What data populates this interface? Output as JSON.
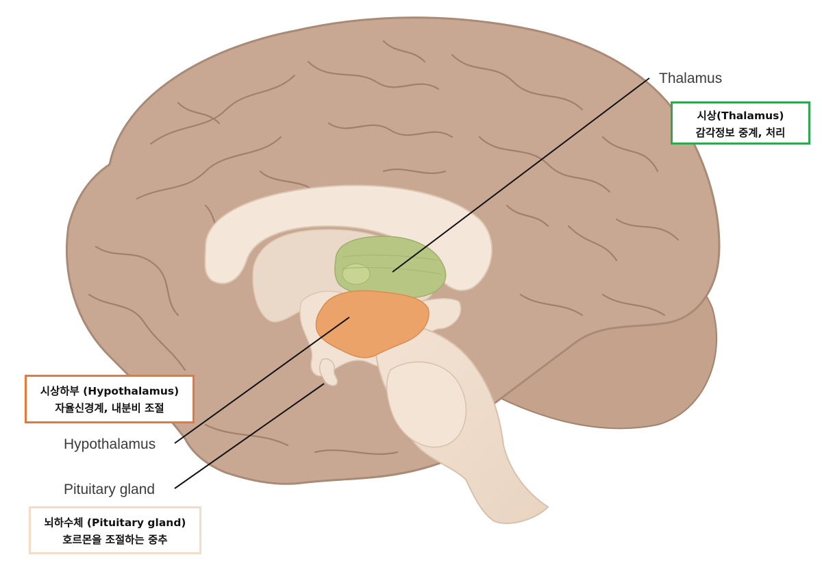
{
  "labels": {
    "thalamus": "Thalamus",
    "hypothalamus": "Hypothalamus",
    "pituitary": "Pituitary gland"
  },
  "annotations": {
    "thalamus": {
      "title": "시상(Thalamus)",
      "desc": "감각정보 중계, 처리",
      "border_color": "#2ea84f"
    },
    "hypothalamus": {
      "title": "시상하부 (Hypothalamus)",
      "desc": "자율신경계, 내분비 조절",
      "border_color": "#e8773a"
    },
    "pituitary": {
      "title": "뇌하수체 (Pituitary gland)",
      "desc": "호르몬을 조절하는 중추",
      "border_color": "#f5dcc7"
    }
  },
  "colors": {
    "cortex": "#c9a893",
    "cortex_shadow": "#a88a77",
    "sulcus": "#a07f6b",
    "inner_tissue": "#f4e7da",
    "inner_pale": "#ead9c8",
    "thalamus": "#b8c683",
    "hypothalamus": "#eba36a",
    "brainstem": "#efdccb",
    "leader_line": "#111111"
  }
}
